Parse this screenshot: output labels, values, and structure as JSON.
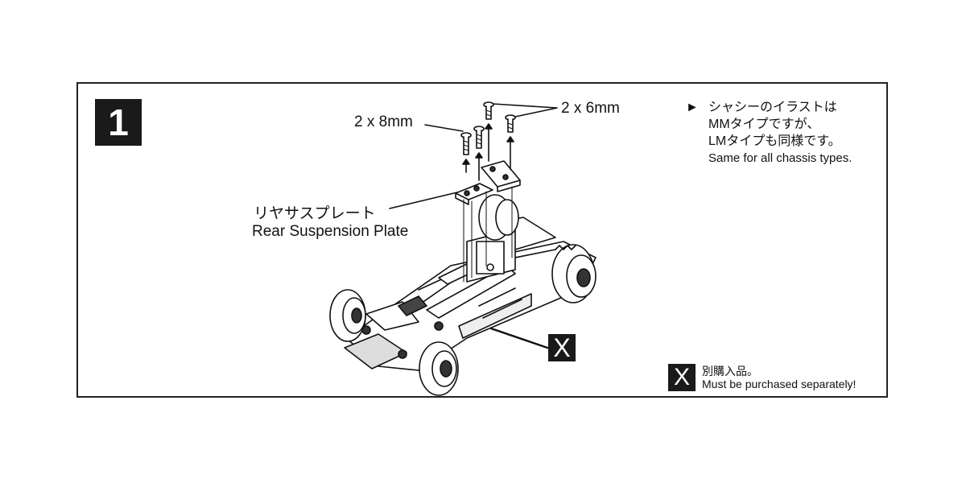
{
  "step": {
    "number": "1"
  },
  "labels": {
    "screw_8mm": "2 x 8mm",
    "screw_6mm": "2 x 6mm",
    "plate_jp": "リヤサスプレート",
    "plate_en": "Rear Suspension Plate"
  },
  "note": {
    "bullet": "►",
    "line1": "シャシーのイラストは",
    "line2": "MMタイプですが、",
    "line3": "LMタイプも同様です。",
    "line4": "Same for all chassis types."
  },
  "marker": {
    "symbol": "X"
  },
  "legend": {
    "symbol": "X",
    "jp": "別購入品。",
    "en": "Must be purchased separately!"
  },
  "colors": {
    "ink": "#111111",
    "badge": "#1a1a1a",
    "paper": "#ffffff"
  }
}
